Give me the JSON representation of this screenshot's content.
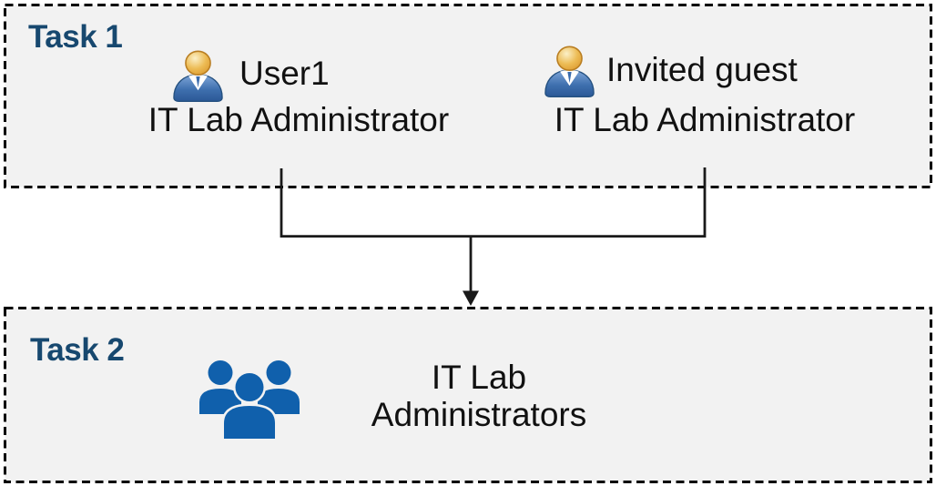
{
  "colors": {
    "canvas_bg": "#FFFFFF",
    "box_bg": "#F2F2F2",
    "box_border": "#000000",
    "heading_navy": "#17486F",
    "text": "#111111",
    "connector": "#1A1A1A",
    "group_blue": "#1060AC"
  },
  "icons": {
    "person": "person-icon",
    "group": "users-group-icon",
    "arrow": "merge-down-arrow-icon"
  },
  "task1": {
    "heading": "Task 1",
    "users": [
      {
        "name": "User1",
        "role": "IT Lab Administrator"
      },
      {
        "name": "Invited guest",
        "role": "IT Lab Administrator"
      }
    ]
  },
  "task2": {
    "heading": "Task 2",
    "group": {
      "label_line1": "IT Lab",
      "label_line2": "Administrators"
    }
  }
}
